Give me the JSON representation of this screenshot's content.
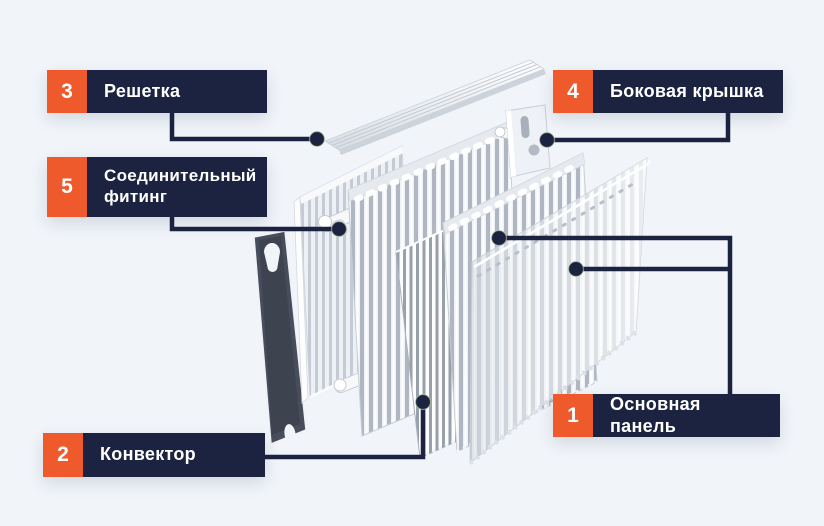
{
  "page": {
    "background": "#f1f5fa",
    "description": "Exploded view diagram of a steel panel radiator with numbered callouts"
  },
  "colors": {
    "accent_orange": "#ee5a2b",
    "navy": "#1b2341",
    "leader_line": "#1b2341",
    "panel_light": "#eef1f5"
  },
  "callouts": [
    {
      "number": "1",
      "label": "Основная панель"
    },
    {
      "number": "2",
      "label": "Конвектор"
    },
    {
      "number": "3",
      "label": "Решетка"
    },
    {
      "number": "4",
      "label": "Боковая крышка"
    },
    {
      "number": "5",
      "label": "Соединительный фитинг"
    }
  ],
  "illustration": {
    "type": "exploded-view-radiator",
    "parts": [
      "grille",
      "side-cover",
      "connection-fitting",
      "convector",
      "main-panel",
      "rear-panel",
      "front-panel",
      "wall-bracket"
    ]
  }
}
